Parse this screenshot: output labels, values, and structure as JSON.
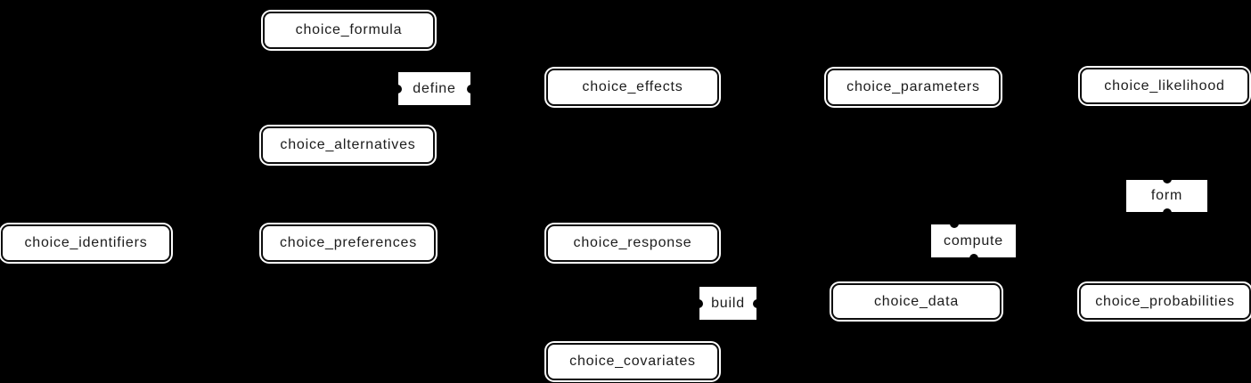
{
  "diagram": {
    "background_color": "#000000",
    "node_fill_color": "#ffffff",
    "node_border_color": "#0d0d0d",
    "text_color": "#1c1c1c",
    "nodes": [
      {
        "id": "choice_formula",
        "label": "choice_formula"
      },
      {
        "id": "choice_effects",
        "label": "choice_effects"
      },
      {
        "id": "choice_parameters",
        "label": "choice_parameters"
      },
      {
        "id": "choice_likelihood",
        "label": "choice_likelihood"
      },
      {
        "id": "choice_alternatives",
        "label": "choice_alternatives"
      },
      {
        "id": "choice_identifiers",
        "label": "choice_identifiers"
      },
      {
        "id": "choice_preferences",
        "label": "choice_preferences"
      },
      {
        "id": "choice_response",
        "label": "choice_response"
      },
      {
        "id": "choice_data",
        "label": "choice_data"
      },
      {
        "id": "choice_probabilities",
        "label": "choice_probabilities"
      },
      {
        "id": "choice_covariates",
        "label": "choice_covariates"
      }
    ],
    "edge_labels": [
      {
        "id": "define",
        "label": "define"
      },
      {
        "id": "form",
        "label": "form"
      },
      {
        "id": "compute",
        "label": "compute"
      },
      {
        "id": "build",
        "label": "build"
      }
    ]
  }
}
